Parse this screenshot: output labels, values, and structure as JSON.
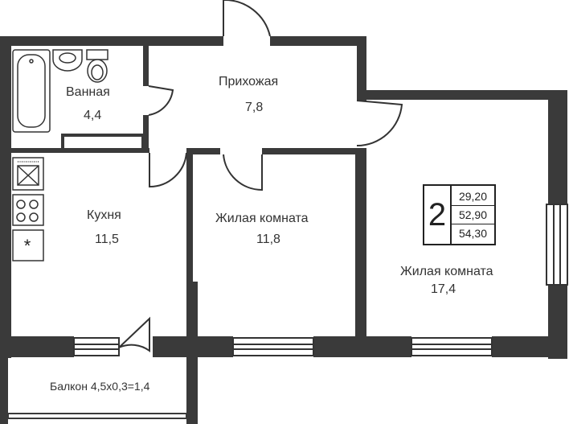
{
  "rooms": {
    "bathroom": {
      "name": "Ванная",
      "area": "4,4"
    },
    "hallway": {
      "name": "Прихожая",
      "area": "7,8"
    },
    "kitchen": {
      "name": "Кухня",
      "area": "11,5"
    },
    "living_room_1": {
      "name": "Жилая комната",
      "area": "11,8"
    },
    "living_room_2": {
      "name": "Жилая комната",
      "area": "17,4"
    },
    "balcony": {
      "label": "Балкон 4,5х0,3=1,4"
    }
  },
  "summary": {
    "room_count": "2",
    "areas": [
      "29,20",
      "52,90",
      "54,30"
    ]
  },
  "colors": {
    "wall": "#3a3a3a",
    "line": "#333333"
  }
}
